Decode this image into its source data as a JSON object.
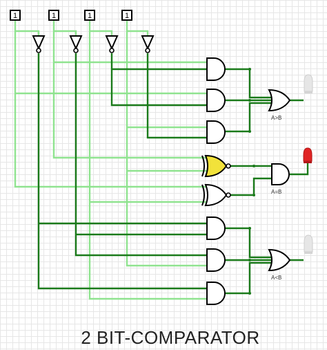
{
  "title": "2 BIT-COMPARATOR",
  "inputs": [
    "1",
    "1",
    "1",
    "1"
  ],
  "outputs": [
    {
      "label": "A>B",
      "state": "off",
      "color": "#e6e6e6"
    },
    {
      "label": "A=B",
      "state": "on",
      "color": "#e02424"
    },
    {
      "label": "A<B",
      "state": "off",
      "color": "#e6e6e6"
    }
  ],
  "colors": {
    "wire_low": "#8fe38f",
    "wire_high": "#1a7a1a",
    "xnor_active": "#f2e23a"
  }
}
